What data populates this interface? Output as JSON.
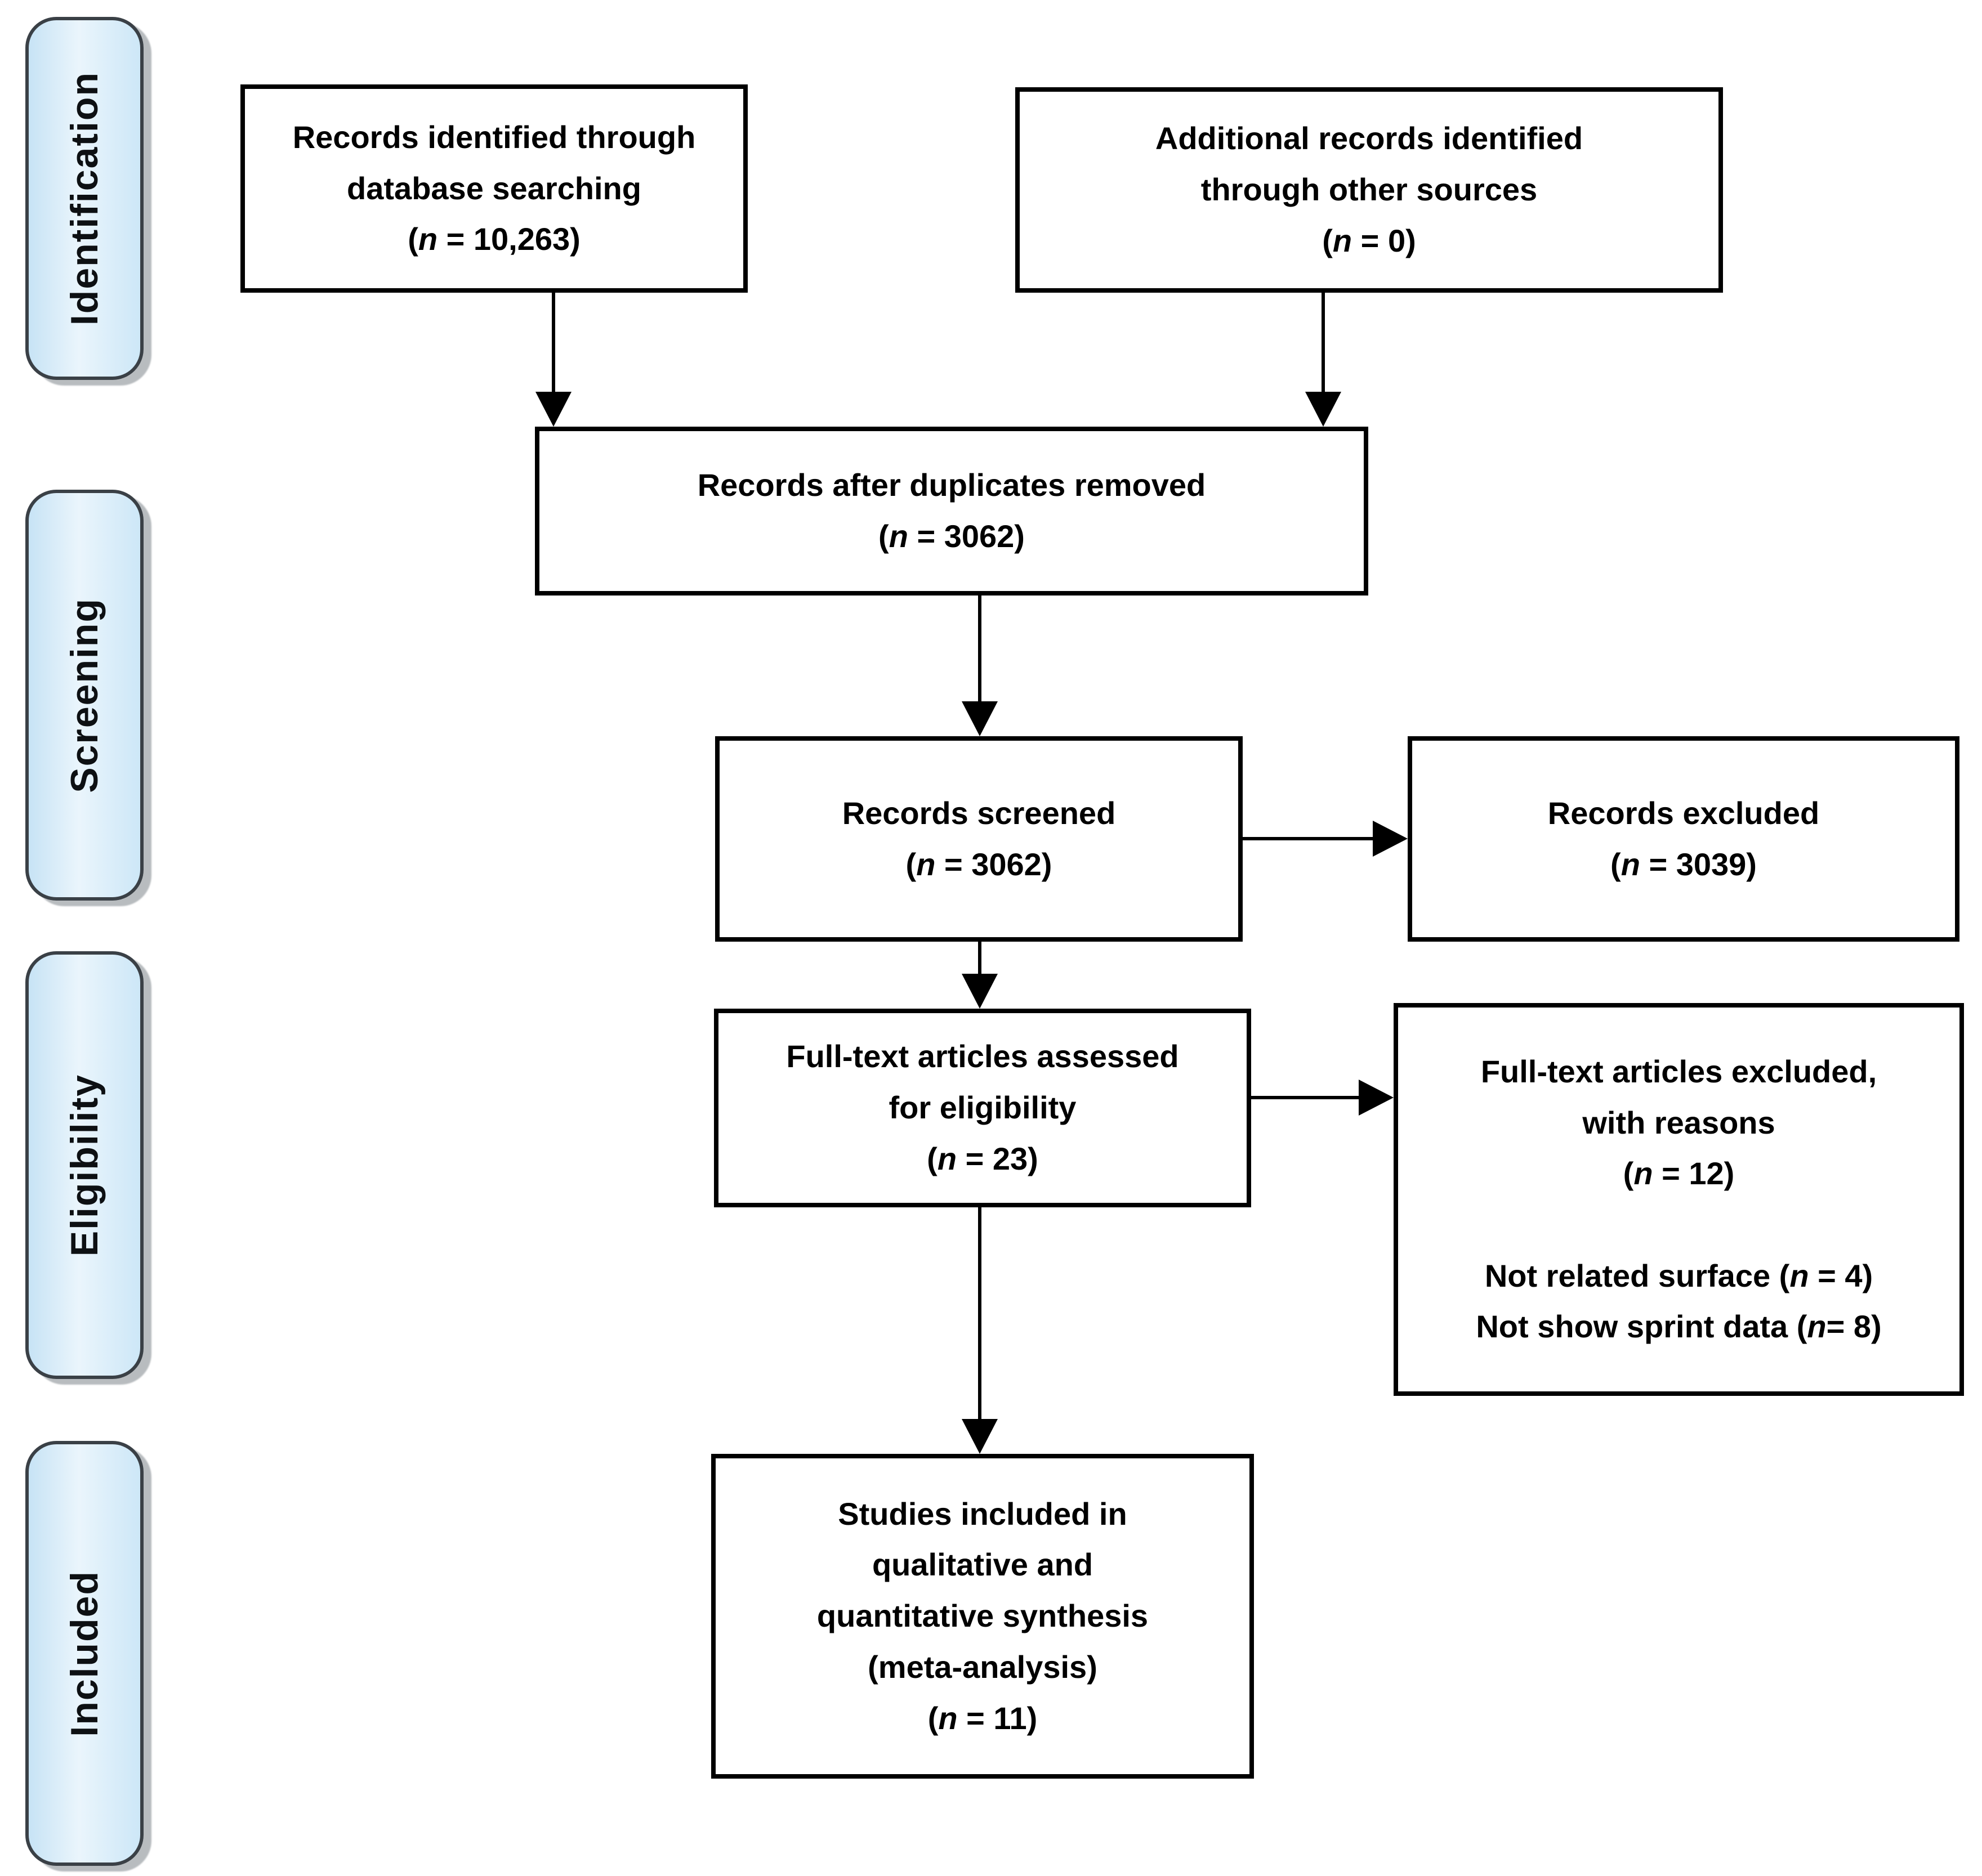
{
  "palette": {
    "background": "#ffffff",
    "stage_fill": "#cde7f7",
    "stage_fill_highlight": "#eaf5fc",
    "stage_border": "#3a4046",
    "stage_shadow": "#7e858b",
    "box_border": "#000000",
    "arrow_color": "#000000",
    "text_color": "#000000"
  },
  "stages": [
    {
      "label": "Identification"
    },
    {
      "label": "Screening"
    },
    {
      "label": "Eligibility"
    },
    {
      "label": "Included"
    }
  ],
  "boxes": {
    "records_identified": {
      "lines": [
        "Records identified through",
        "database searching",
        "(n = 10,263)"
      ]
    },
    "additional_records": {
      "lines": [
        "Additional records identified",
        "through other sources",
        "(n = 0)"
      ]
    },
    "duplicates_removed": {
      "lines": [
        "Records after duplicates removed",
        "(n = 3062)"
      ]
    },
    "records_screened": {
      "lines": [
        "Records screened",
        "(n = 3062)"
      ]
    },
    "records_excluded": {
      "lines": [
        "Records excluded",
        "(n = 3039)"
      ]
    },
    "fulltext_assessed": {
      "lines": [
        "Full-text articles assessed",
        "for eligibility",
        "(n = 23)"
      ]
    },
    "fulltext_excluded": {
      "lines": [
        "Full-text articles excluded,",
        "with reasons",
        "(n = 12)",
        "",
        "Not related surface (n = 4)",
        "Not show sprint data (n= 8)"
      ]
    },
    "studies_included": {
      "lines": [
        "Studies included in",
        "qualitative and",
        "quantitative synthesis",
        "(meta-analysis)",
        "(n = 11)"
      ]
    }
  }
}
